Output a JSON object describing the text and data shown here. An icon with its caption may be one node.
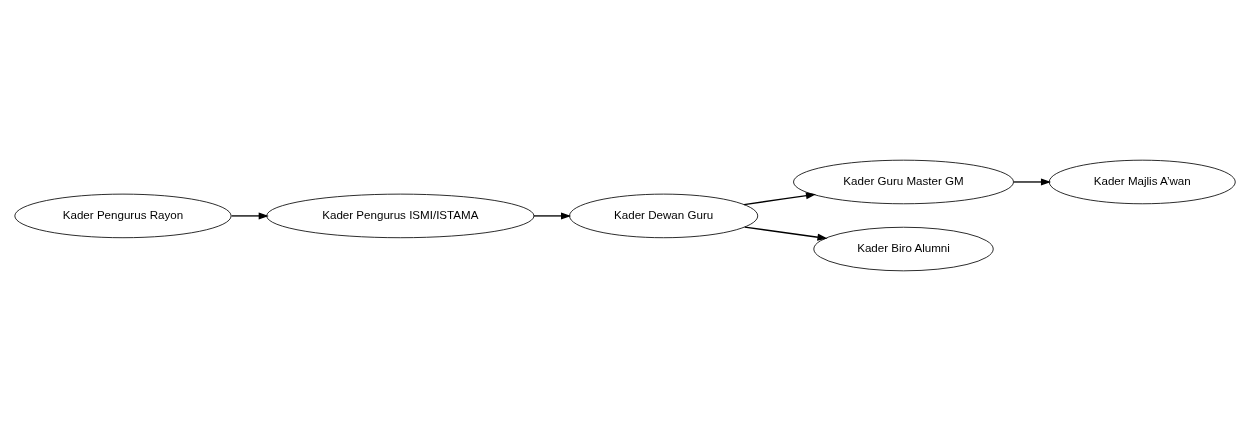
{
  "diagram": {
    "nodes": [
      {
        "text": [
          "Kader Pengurus Rayon"
        ]
      },
      {
        "text": [
          "Kader Pengurus ISMI/ISTAMA"
        ]
      },
      {
        "text": [
          "Kader Dewan Guru"
        ]
      },
      {
        "text": [
          "Kader Majlis A’wan"
        ]
      },
      {
        "text": [
          "Kader Guru Master GM"
        ]
      },
      {
        "text": [
          "Kader Biro Alumni"
        ]
      }
    ],
    "edges": [
      {
        "from": 0,
        "to": 1,
        "arrow": "to"
      },
      {
        "from": 1,
        "to": 2,
        "arrow": "to"
      },
      {
        "from": 2,
        "to": 4,
        "arrow": "to"
      },
      {
        "from": 2,
        "to": 5,
        "arrow": "to"
      },
      {
        "from": 4,
        "to": 3,
        "arrow": "to"
      }
    ]
  }
}
